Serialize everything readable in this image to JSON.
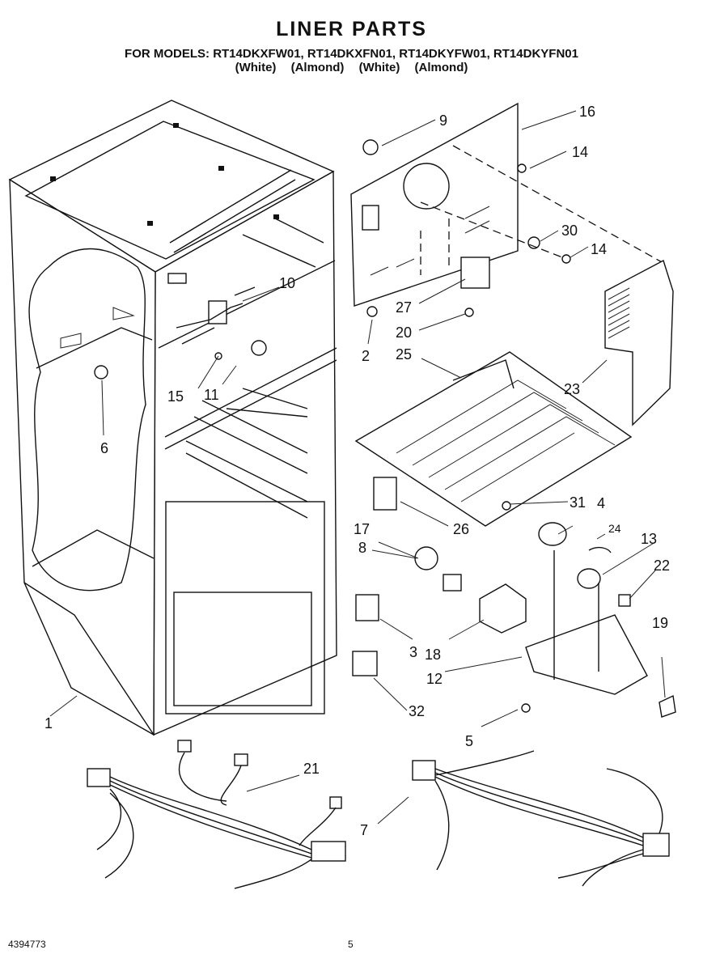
{
  "header": {
    "title": "LINER PARTS",
    "models": "FOR MODELS: RT14DKXFW01, RT14DKXFN01, RT14DKYFW01, RT14DKYFN01",
    "colors": "(White) (Almond) (White) (Almond)"
  },
  "callouts": [
    "1",
    "2",
    "3",
    "4",
    "5",
    "6",
    "7",
    "8",
    "9",
    "10",
    "11",
    "12",
    "13",
    "14",
    "14",
    "15",
    "16",
    "17",
    "18",
    "19",
    "20",
    "21",
    "22",
    "23",
    "24",
    "25",
    "26",
    "27",
    "30",
    "31",
    "32"
  ],
  "footer": {
    "part_number": "4394773",
    "page": "5"
  }
}
